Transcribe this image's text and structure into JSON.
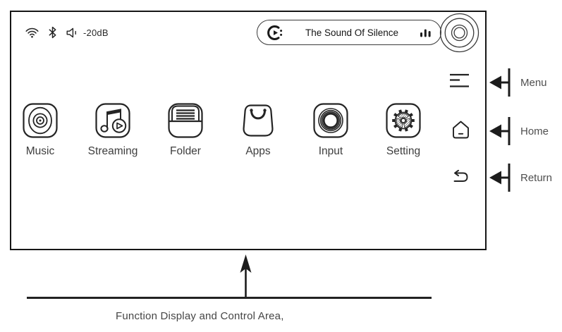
{
  "colors": {
    "ink": "#161616",
    "stroke": "#242424",
    "label": "#3d3d3d",
    "annotation": "#4f4f4f"
  },
  "display": {
    "status_bar": {
      "wifi_icon": "wifi-icon",
      "bluetooth_icon": "bluetooth-icon",
      "volume_icon": "speaker-icon",
      "volume_level": "-20dB"
    },
    "now_playing": {
      "disc_icon": "playing-disc-icon",
      "track_title": "The Sound Of Silence",
      "equalizer_icon": "equalizer-bars-icon"
    },
    "knob_icon": "rotary-knob-icon",
    "apps": [
      {
        "id": "music",
        "label": "Music",
        "icon": "music-disc-icon"
      },
      {
        "id": "streaming",
        "label": "Streaming",
        "icon": "streaming-note-icon"
      },
      {
        "id": "folder",
        "label": "Folder",
        "icon": "folder-files-icon"
      },
      {
        "id": "apps",
        "label": "Apps",
        "icon": "apps-bag-icon"
      },
      {
        "id": "input",
        "label": "Input",
        "icon": "input-ring-icon"
      },
      {
        "id": "setting",
        "label": "Setting",
        "icon": "setting-gear-icon"
      }
    ],
    "side_buttons": [
      {
        "id": "menu",
        "icon": "menu-lines-icon"
      },
      {
        "id": "home",
        "icon": "home-icon"
      },
      {
        "id": "return",
        "icon": "return-arrow-icon"
      }
    ]
  },
  "callouts": [
    {
      "label": "Menu"
    },
    {
      "label": "Home"
    },
    {
      "label": "Return"
    }
  ],
  "caption": "Function Display and Control Area,"
}
